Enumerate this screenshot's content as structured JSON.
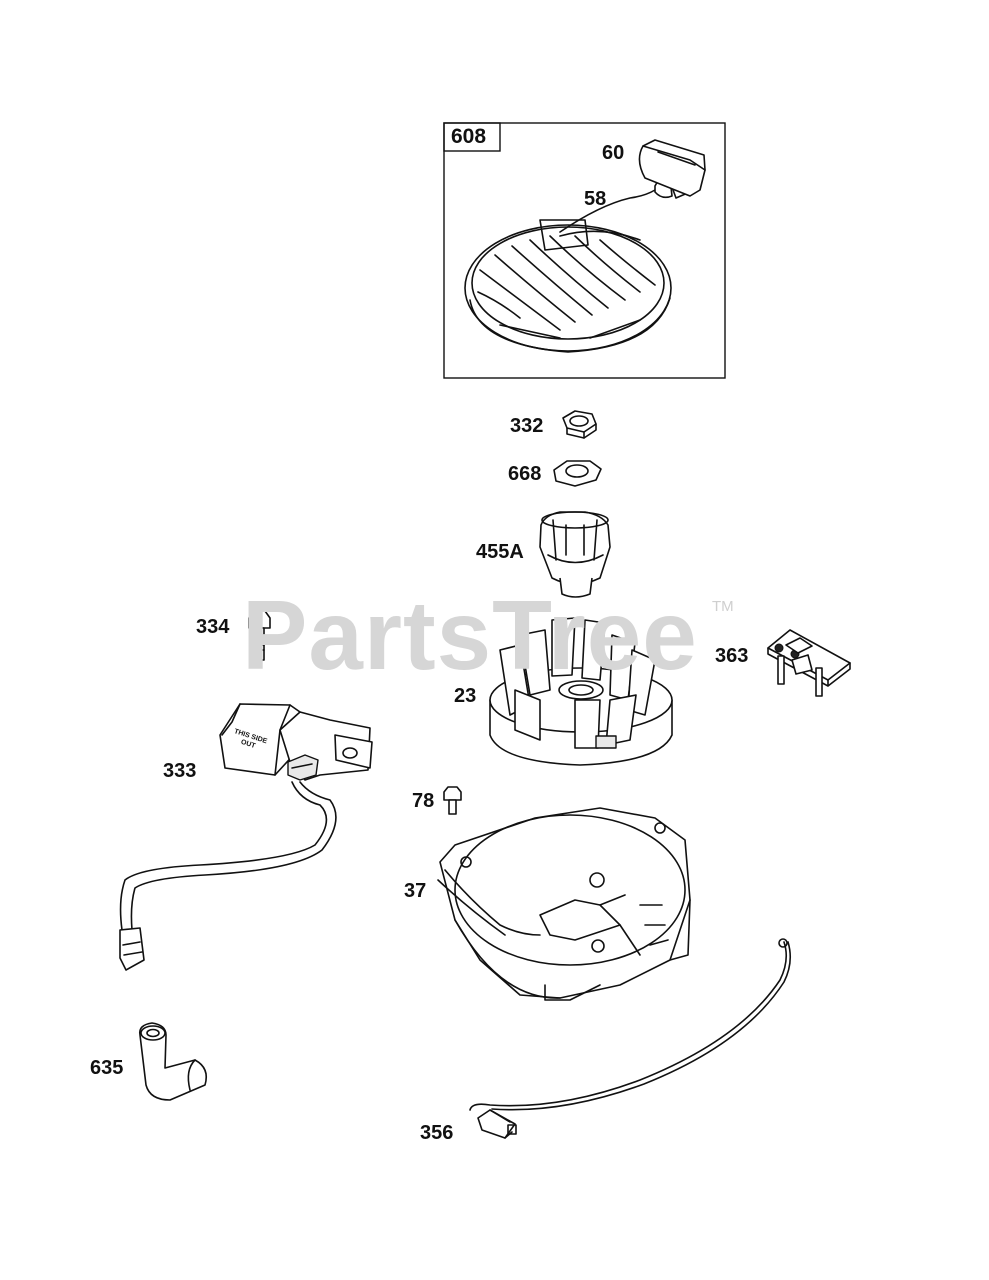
{
  "watermark": {
    "brand": "PartsTree",
    "tm": "TM"
  },
  "callouts": {
    "p608": "608",
    "p60": "60",
    "p58": "58",
    "p332": "332",
    "p668": "668",
    "p455A": "455A",
    "p334": "334",
    "p363": "363",
    "p23": "23",
    "p333": "333",
    "p78": "78",
    "p37": "37",
    "p635": "635",
    "p356": "356"
  },
  "coil_text": {
    "line1": "THIS SIDE",
    "line2": "OUT"
  },
  "colors": {
    "line": "#111111",
    "watermark": "#d6d6d6",
    "background": "#ffffff"
  }
}
